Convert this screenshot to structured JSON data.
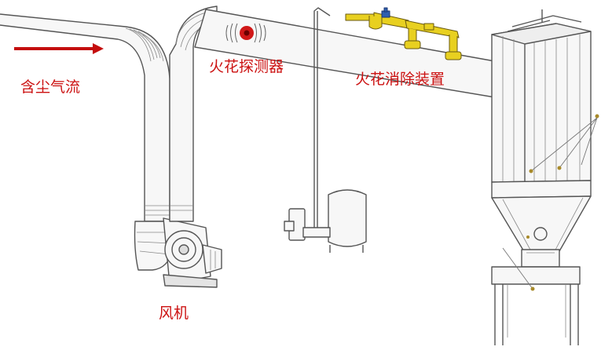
{
  "labels": {
    "dust_airflow": "含尘气流",
    "spark_detector": "火花探测器",
    "spark_extinguisher": "火花消除装置",
    "fan": "风机"
  },
  "colors": {
    "label_text": "#cc1111",
    "arrow": "#c40d0d",
    "line": "#555555",
    "pipe_fill": "#f7f7f7",
    "detector_red": "#d01818",
    "extinguisher_yellow": "#e8d020",
    "valve_blue": "#2e5fb0",
    "pointer_dot": "#a88a2a"
  }
}
